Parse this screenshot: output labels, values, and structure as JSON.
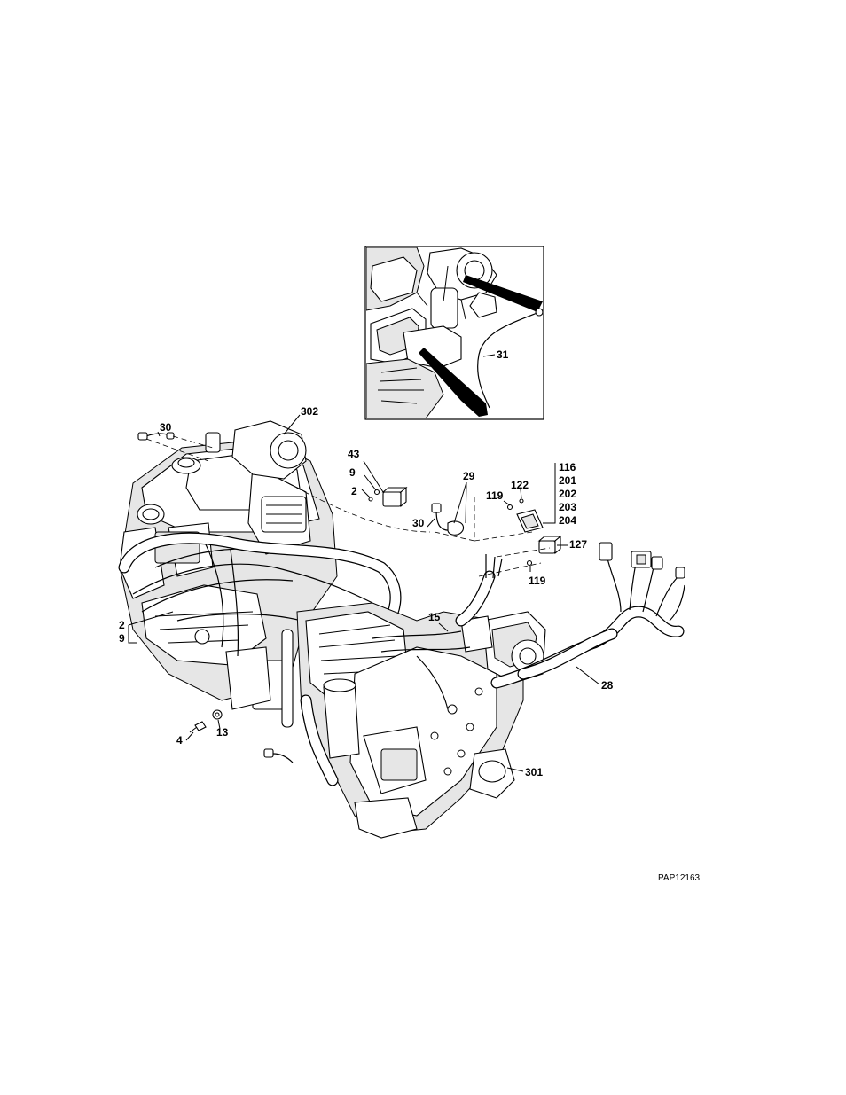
{
  "diagram": {
    "figure_id": "PAP12163",
    "callouts": [
      "31",
      "30",
      "302",
      "43",
      "9",
      "2",
      "29",
      "30",
      "116",
      "201",
      "202",
      "203",
      "204",
      "122",
      "119",
      "127",
      "119",
      "2",
      "9",
      "15",
      "28",
      "4",
      "13",
      "301"
    ]
  }
}
